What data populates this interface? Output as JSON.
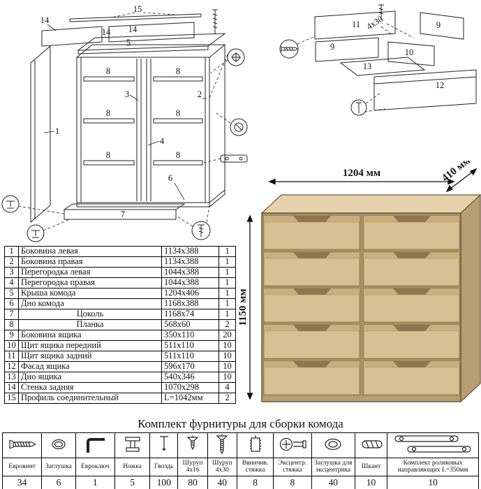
{
  "colors": {
    "wood": "#d8bf94",
    "wood-light": "#e6d3ad",
    "wood-dark": "#b89e72",
    "wood-edge": "#6b5a3e",
    "line": "#1b1b1b"
  },
  "product": {
    "width_label": "1204 мм",
    "depth_label": "410 мм",
    "height_label": "1150 мм"
  },
  "main_diagram": {
    "n1": "1",
    "n2": "2",
    "n3": "3",
    "n4": "4",
    "n5": "5",
    "n6": "6",
    "n7": "7",
    "n8": "8",
    "n14": "14",
    "n15": "15"
  },
  "drawer_diagram": {
    "n9": "9",
    "n10": "10",
    "n11": "11",
    "n12": "12",
    "n13": "13",
    "screw_note": "4x30"
  },
  "parts": {
    "rows": [
      {
        "num": "1",
        "name": "Боковина левая",
        "size": "1134x388",
        "qty": "1"
      },
      {
        "num": "2",
        "name": "Боковина правая",
        "size": "1134x388",
        "qty": "1"
      },
      {
        "num": "3",
        "name": "Перегородка левая",
        "size": "1044x388",
        "qty": "1"
      },
      {
        "num": "4",
        "name": "Перегородка правая",
        "size": "1044x388",
        "qty": "1"
      },
      {
        "num": "5",
        "name": "Крыша комода",
        "size": "1204x406",
        "qty": "1"
      },
      {
        "num": "6",
        "name": "Дно комода",
        "size": "1168x388",
        "qty": "1"
      },
      {
        "num": "7",
        "name": "Цоколь",
        "size": "1168x74",
        "qty": "1"
      },
      {
        "num": "8",
        "name": "Планка",
        "size": "568x60",
        "qty": "2"
      },
      {
        "num": "9",
        "name": "Боковина ящика",
        "size": "350x110",
        "qty": "20"
      },
      {
        "num": "10",
        "name": "Щит ящика передний",
        "size": "511x110",
        "qty": "10"
      },
      {
        "num": "11",
        "name": "Щит ящика задний",
        "size": "511x110",
        "qty": "10"
      },
      {
        "num": "12",
        "name": "Фасад ящика",
        "size": "596x170",
        "qty": "10"
      },
      {
        "num": "13",
        "name": "Дно ящика",
        "size": "540x346",
        "qty": "10"
      },
      {
        "num": "14",
        "name": "Стенка задняя",
        "size": "1070x298",
        "qty": "4"
      },
      {
        "num": "15",
        "name": "Профиль соединительный",
        "size": "L=1042мм",
        "qty": "2"
      }
    ]
  },
  "hardware": {
    "title": "Комплект фурнитуры для сборки комода",
    "items": [
      {
        "icon": "euroscrew-icon",
        "name": "Евровинт",
        "qty": "34"
      },
      {
        "icon": "cap-icon",
        "name": "Заглушка",
        "qty": "6"
      },
      {
        "icon": "hexkey-icon",
        "name": "Евроключ",
        "qty": "1"
      },
      {
        "icon": "foot-icon",
        "name": "Ножка",
        "qty": "5"
      },
      {
        "icon": "nail-icon",
        "name": "Гвоздь",
        "qty": "100"
      },
      {
        "icon": "screw-4x16-icon",
        "name": "Шуруп 4x16",
        "qty": "80"
      },
      {
        "icon": "screw-4x30-icon",
        "name": "Шуруп 4x30",
        "qty": "40"
      },
      {
        "icon": "insert-nut-icon",
        "name": "Ввинчив. стяжка",
        "qty": "8"
      },
      {
        "icon": "cam-lock-icon",
        "name": "Эксцентр. стяжка",
        "qty": "8"
      },
      {
        "icon": "cam-cap-icon",
        "name": "Заглушка для эксцентрика",
        "qty": "40"
      },
      {
        "icon": "dowel-icon",
        "name": "Шкант",
        "qty": "10"
      },
      {
        "icon": "roller-guides-icon",
        "name": "Комплект роликовых направляющих L=350мм",
        "qty": "10"
      }
    ]
  }
}
